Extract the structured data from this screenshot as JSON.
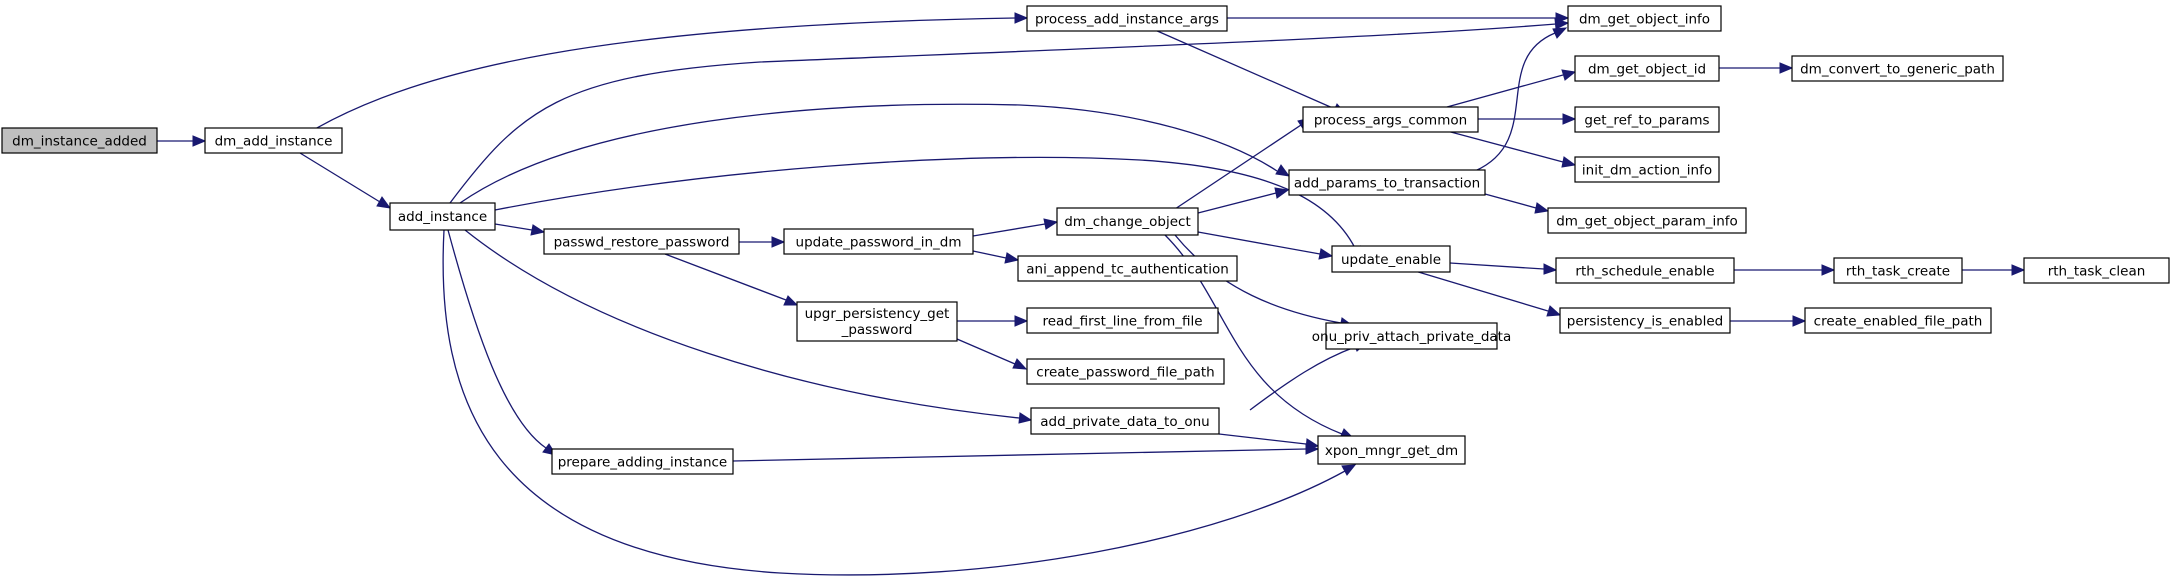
{
  "nodes": {
    "dm_instance_added": "dm_instance_added",
    "dm_add_instance": "dm_add_instance",
    "add_instance": "add_instance",
    "process_add_instance_args": "process_add_instance_args",
    "dm_get_object_info": "dm_get_object_info",
    "process_args_common": "process_args_common",
    "dm_get_object_id": "dm_get_object_id",
    "dm_convert_to_generic_path": "dm_convert_to_generic_path",
    "get_ref_to_params": "get_ref_to_params",
    "init_dm_action_info": "init_dm_action_info",
    "add_params_to_transaction": "add_params_to_transaction",
    "dm_get_object_param_info": "dm_get_object_param_info",
    "passwd_restore_password": "passwd_restore_password",
    "update_password_in_dm": "update_password_in_dm",
    "dm_change_object": "dm_change_object",
    "ani_append_tc_authentication": "ani_append_tc_authentication",
    "update_enable": "update_enable",
    "rth_schedule_enable": "rth_schedule_enable",
    "rth_task_create": "rth_task_create",
    "rth_task_clean": "rth_task_clean",
    "persistency_is_enabled": "persistency_is_enabled",
    "create_enabled_file_path": "create_enabled_file_path",
    "upgr_persistency_get_password_line1": "upgr_persistency_get",
    "upgr_persistency_get_password_line2": "_password",
    "read_first_line_from_file": "read_first_line_from_file",
    "create_password_file_path": "create_password_file_path",
    "onu_priv_attach_private_data": "onu_priv_attach_private_data",
    "add_private_data_to_onu": "add_private_data_to_onu",
    "xpon_mngr_get_dm": "xpon_mngr_get_dm",
    "prepare_adding_instance": "prepare_adding_instance"
  },
  "colors": {
    "edge": "#191970",
    "root_fill": "#bfbfbf",
    "node_fill": "#ffffff",
    "node_border": "#000000"
  }
}
